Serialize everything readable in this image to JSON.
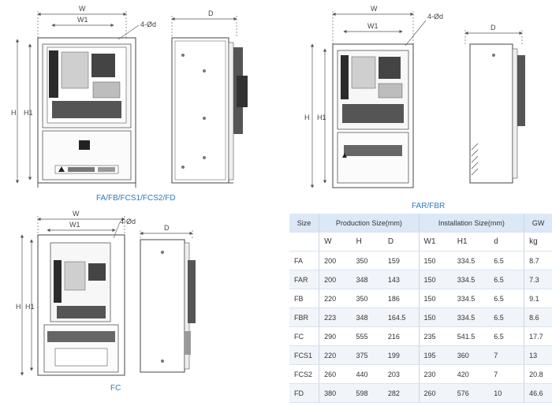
{
  "diagrams": {
    "fa_group": {
      "caption": "FA/FB/FCS1/FCS2/FD",
      "labels": {
        "w": "W",
        "w1": "W1",
        "holes": "4-Ød",
        "d": "D",
        "h": "H",
        "h1": "H1"
      }
    },
    "far_group": {
      "caption": "FAR/FBR",
      "labels": {
        "w": "W",
        "w1": "W1",
        "holes": "4-Ød",
        "d": "D",
        "h": "H",
        "h1": "H1"
      }
    },
    "fc_group": {
      "caption": "FC",
      "labels": {
        "w": "W",
        "w1": "W1",
        "holes": "4-Ød",
        "d": "D",
        "h": "H",
        "h1": "H1"
      }
    }
  },
  "spec_table": {
    "group_headers": {
      "size": "Size",
      "production": "Production Size(mm)",
      "installation": "Installation Size(mm)",
      "gw": "GW"
    },
    "sub_headers": {
      "w": "W",
      "h": "H",
      "d": "D",
      "w1": "W1",
      "h1": "H1",
      "hole_d": "d",
      "kg": "kg"
    },
    "rows": [
      {
        "size": "FA",
        "w": "200",
        "h": "350",
        "d": "159",
        "w1": "150",
        "h1": "334.5",
        "hole_d": "6.5",
        "gw": "8.7"
      },
      {
        "size": "FAR",
        "w": "200",
        "h": "348",
        "d": "143",
        "w1": "150",
        "h1": "334.5",
        "hole_d": "6.5",
        "gw": "7.3"
      },
      {
        "size": "FB",
        "w": "220",
        "h": "350",
        "d": "186",
        "w1": "150",
        "h1": "334.5",
        "hole_d": "6.5",
        "gw": "9.1"
      },
      {
        "size": "FBR",
        "w": "223",
        "h": "348",
        "d": "164.5",
        "w1": "150",
        "h1": "334.5",
        "hole_d": "6.5",
        "gw": "8.6"
      },
      {
        "size": "FC",
        "w": "290",
        "h": "555",
        "d": "216",
        "w1": "235",
        "h1": "541.5",
        "hole_d": "6.5",
        "gw": "17.7"
      },
      {
        "size": "FCS1",
        "w": "220",
        "h": "375",
        "d": "199",
        "w1": "195",
        "h1": "360",
        "hole_d": "7",
        "gw": "13"
      },
      {
        "size": "FCS2",
        "w": "260",
        "h": "440",
        "d": "203",
        "w1": "230",
        "h1": "420",
        "hole_d": "7",
        "gw": "20.8"
      },
      {
        "size": "FD",
        "w": "380",
        "h": "598",
        "d": "282",
        "w1": "260",
        "h1": "576",
        "hole_d": "10",
        "gw": "46.6"
      }
    ]
  }
}
